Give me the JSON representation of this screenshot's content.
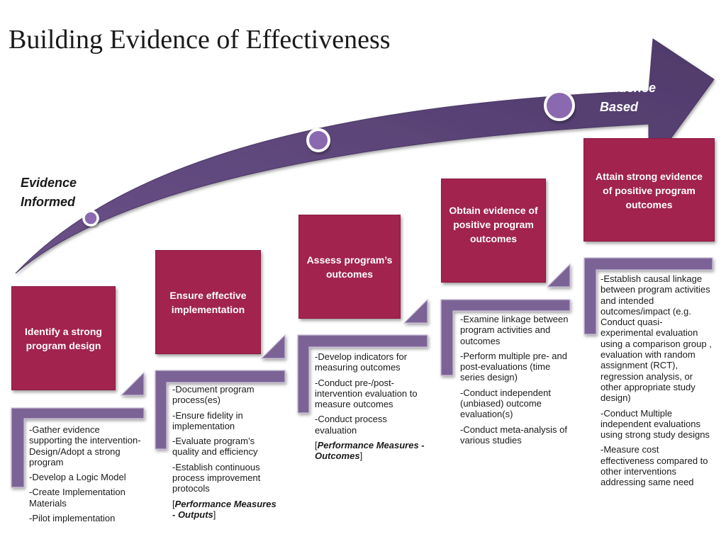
{
  "title": "Building Evidence of Effectiveness",
  "labels": {
    "evidence_informed": "Evidence\nInformed",
    "evidence_based": "Evidence\nBased"
  },
  "colors": {
    "arrow": "#5c4577",
    "box": "#a1234e",
    "bracket": "#7b6496",
    "circle_fill": "#8a69b0"
  },
  "steps": [
    {
      "title": "Identify a strong program design",
      "items": [
        "-Gather evidence supporting the intervention-Design/Adopt a strong program",
        "-Develop a Logic Model",
        "-Create Implementation Materials",
        "-Pilot implementation"
      ]
    },
    {
      "title": "Ensure effective implementation",
      "items": [
        "-Document program process(es)",
        "-Ensure fidelity in implementation",
        "-Evaluate program’s quality and efficiency",
        "-Establish continuous process improvement protocols"
      ],
      "measure": "Performance Measures - Outputs"
    },
    {
      "title": "Assess program’s outcomes",
      "items": [
        "-Develop indicators for measuring outcomes",
        "-Conduct pre-/post-intervention evaluation to measure outcomes",
        "-Conduct process evaluation"
      ],
      "measure": "Performance Measures - Outcomes"
    },
    {
      "title": "Obtain evidence of positive program outcomes",
      "items": [
        "-Examine linkage between program activities and outcomes",
        "-Perform multiple pre- and post-evaluations (time series design)",
        "-Conduct independent (unbiased) outcome evaluation(s)",
        "-Conduct meta-analysis of various studies"
      ]
    },
    {
      "title": "Attain strong evidence of positive program outcomes",
      "items": [
        "-Establish causal linkage between program activities and intended outcomes/impact (e.g. Conduct quasi-experimental evaluation using a comparison group , evaluation with random assignment (RCT), regression analysis, or other appropriate study design)",
        "-Conduct Multiple independent evaluations using strong study designs",
        "-Measure cost effectiveness compared to other interventions addressing same need"
      ]
    }
  ]
}
